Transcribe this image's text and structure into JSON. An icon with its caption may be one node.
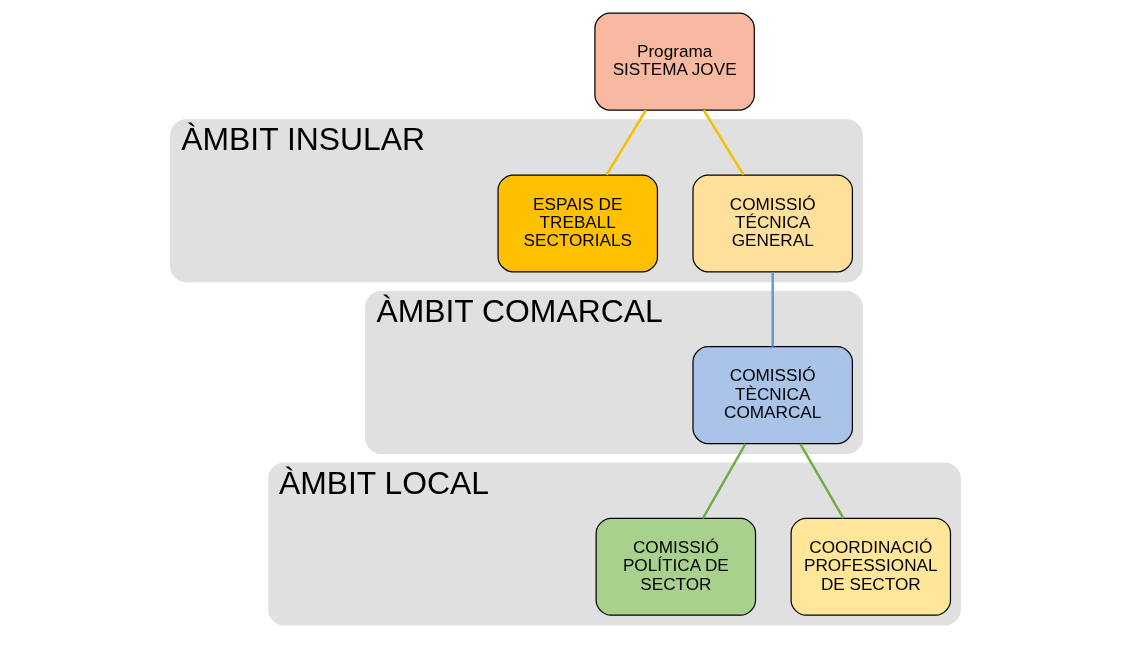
{
  "diagram": {
    "nodes": [
      {
        "text": [
          "Programa SISTEMA JOVE"
        ]
      },
      {
        "text": [
          "ÀMBIT INSULAR"
        ]
      },
      {
        "text": [
          "ESPAIS DE TREBALL SECTORIALS"
        ],
        "in": 1
      },
      {
        "text": [
          "COMISSIÓ TÉCNICA GENERAL"
        ],
        "in": 1
      },
      {
        "text": [
          "ÀMBIT COMARCAL"
        ]
      },
      {
        "text": [
          "COMISSIÓ TÈCNICA COMARCAL"
        ],
        "in": 4
      },
      {
        "text": [
          "ÀMBIT LOCAL"
        ]
      },
      {
        "text": [
          "COMISSIÓ POLÍTICA DE SECTOR"
        ],
        "in": 6
      },
      {
        "text": [
          "COORDINACIÓ PROFESSIONAL DE SECTOR"
        ],
        "in": 6
      }
    ],
    "edges": [
      {
        "from": 0,
        "to": 2,
        "arrow": "none",
        "color": "#f5c000"
      },
      {
        "from": 0,
        "to": 3,
        "arrow": "none",
        "color": "#f5c000"
      },
      {
        "from": 3,
        "to": 5,
        "arrow": "none",
        "color": "#5b9bd5"
      },
      {
        "from": 5,
        "to": 7,
        "arrow": "none",
        "color": "#70ad47"
      },
      {
        "from": 5,
        "to": 8,
        "arrow": "none",
        "color": "#70ad47"
      }
    ]
  }
}
